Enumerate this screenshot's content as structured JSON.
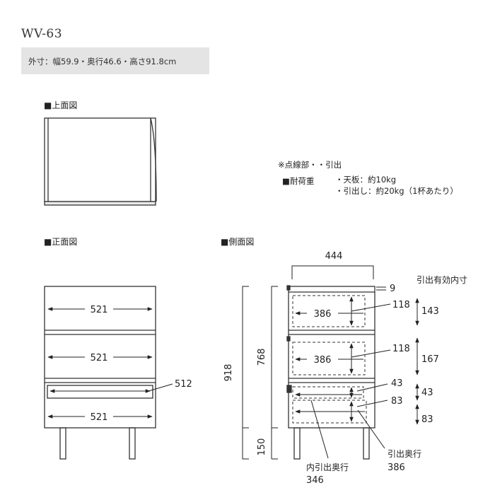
{
  "header": {
    "model": "WV-63",
    "dimensions": "外寸：幅59.9・奥行46.6・高さ91.8cm"
  },
  "sections": {
    "top_view": "■上面図",
    "front_view": "■正面図",
    "side_view": "■側面図"
  },
  "notes": {
    "dotted_legend": "※点線部・・引出",
    "load_title": "■耐荷重",
    "load_top": "・天板：約10kg",
    "load_drawer": "・引出し：約20kg（1杯あたり）"
  },
  "front_dims": {
    "drawer1_width": "521",
    "drawer2_width": "521",
    "inner_drawer_width": "512",
    "drawer3_width": "521"
  },
  "side_dims": {
    "depth": "444",
    "top_thickness": "9",
    "total_height": "918",
    "body_height": "768",
    "leg_height": "150",
    "drawer1_depth": "386",
    "drawer1_height": "118",
    "drawer2_depth": "386",
    "drawer2_height": "118",
    "inner_drawer_height": "43",
    "drawer3_height": "83",
    "effective_title": "引出有効内寸",
    "eff1": "143",
    "eff2": "167",
    "eff3": "43",
    "eff4": "83",
    "inner_drawer_depth_label": "内引出奥行",
    "inner_drawer_depth": "346",
    "drawer_depth_label": "引出奥行",
    "drawer_depth": "386"
  }
}
